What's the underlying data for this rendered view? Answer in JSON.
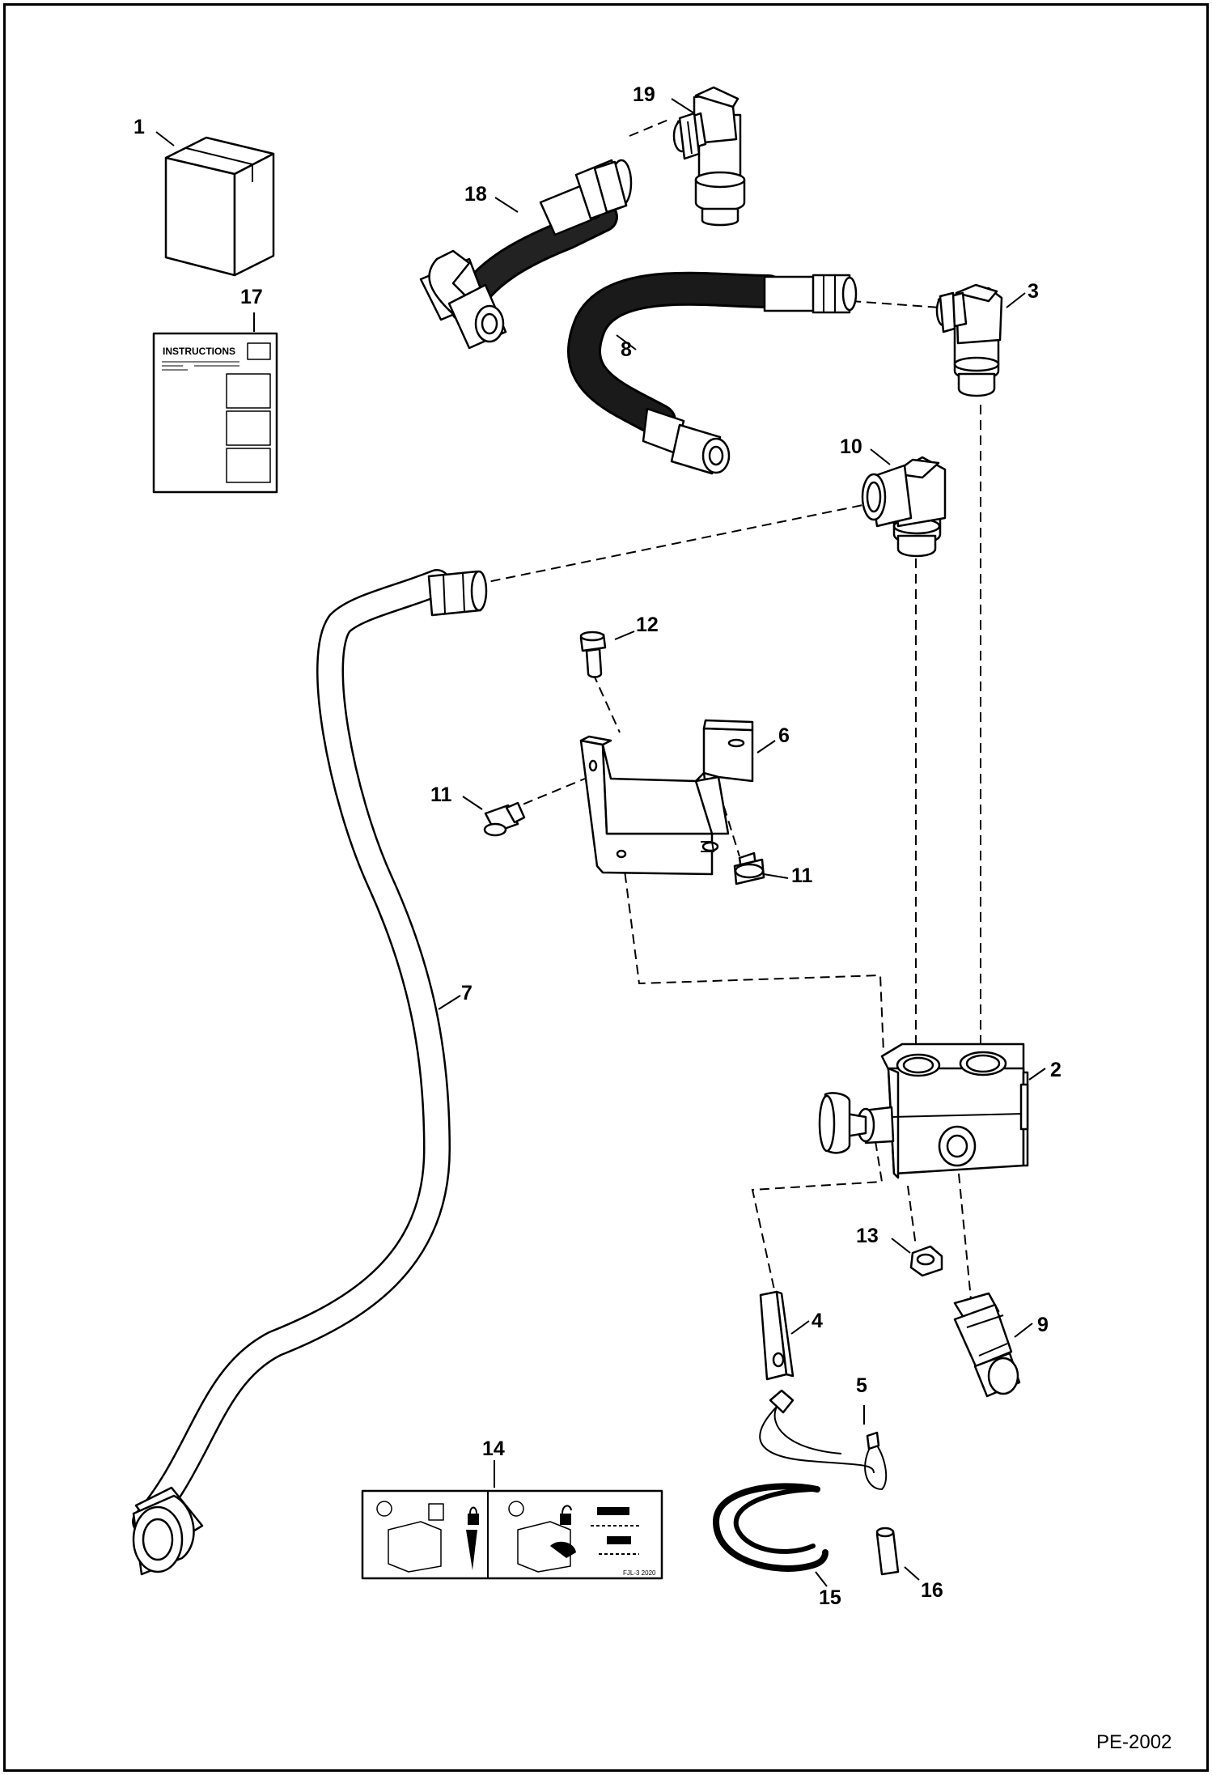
{
  "figure": {
    "code": "PE-2002",
    "callouts": [
      "1",
      "2",
      "3",
      "4",
      "5",
      "6",
      "7",
      "8",
      "9",
      "10",
      "11",
      "11",
      "12",
      "13",
      "14",
      "15",
      "16",
      "17",
      "18",
      "19"
    ]
  },
  "instructions_sheet": {
    "heading": "INSTRUCTIONS"
  },
  "decal": {
    "part_code": "FJL-3 2020"
  }
}
